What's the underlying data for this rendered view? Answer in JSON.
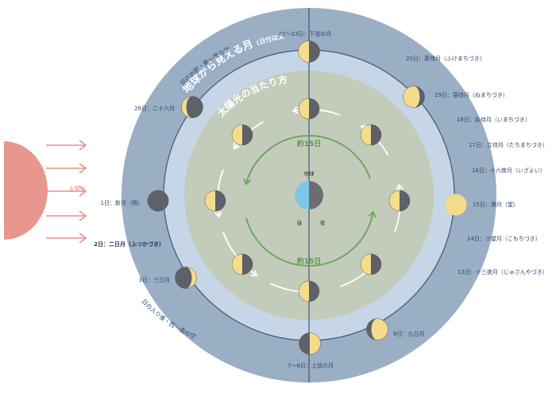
{
  "colors": {
    "outer_ring": "#9aaec4",
    "middle_band": "#c6d6e6",
    "inner_disc": "#c3ccbb",
    "orbit_line": "#3d5878",
    "moon_light": "#f5dc8c",
    "moon_dark": "#5e6168",
    "sun": "#e8978e",
    "arrow_sun": "#e8908a",
    "green": "#6fa65f",
    "earth_day": "#7cc8e6",
    "earth_night": "#6b6d73"
  },
  "outer_title": "地球から見える月",
  "outer_title_sub": "(日付は太陰暦)",
  "label_sunrise": "日の出前・東〜南の空",
  "label_sunset": "日の入り後・西〜南の空",
  "inner_title": "太陽光の当たり方",
  "sun_label": "太陽光",
  "day_top": "約15日",
  "day_bottom": "約15日",
  "earth": {
    "name": "地球",
    "day": "昼",
    "night": "夜"
  },
  "phase_labels": [
    "22〜23日：下弦の月",
    "20日：更待月（ふけまちづき）",
    "19日：寝待月（ねまちづき）",
    "18日：臥待月（いまちづき）",
    "17日：立待月（たちまちづき）",
    "16日：十六夜月（いざよい）",
    "15日：満月（望）",
    "14日：小望月（こもちづき）",
    "13日：十三夜月（じゅさんやづき）",
    "9日：九日月",
    "7〜8日：上弦の月",
    "3日：三日月",
    "2日：二日月（ふつかづき）",
    "1日：新月（朔）",
    "26日：二十六月"
  ]
}
